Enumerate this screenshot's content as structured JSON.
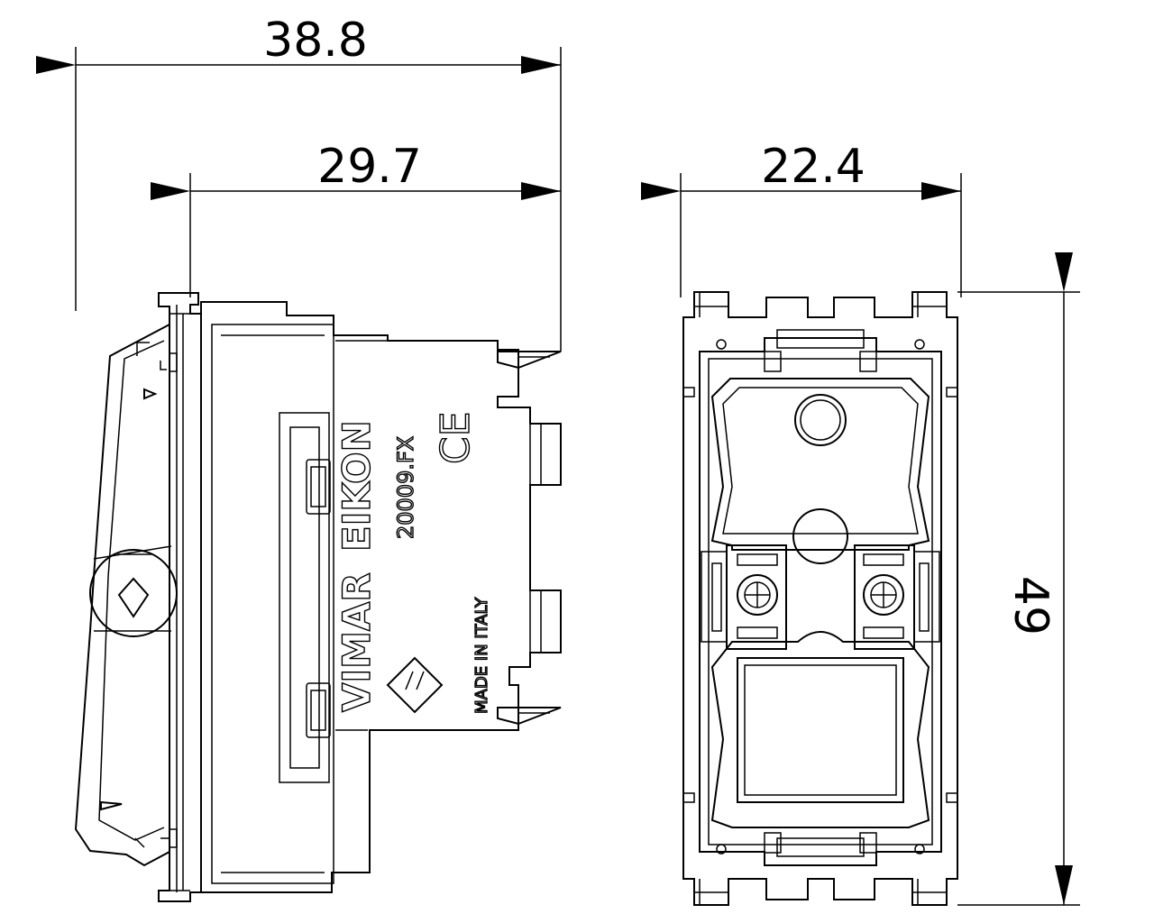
{
  "dimensions": {
    "overall_depth": "38.8",
    "body_depth": "29.7",
    "width": "22.4",
    "height": "49"
  },
  "markings": {
    "brand": "VIMAR",
    "series": "EIKON",
    "code": "20009.FX",
    "origin": "MADE IN ITALY",
    "ce": "CE"
  }
}
